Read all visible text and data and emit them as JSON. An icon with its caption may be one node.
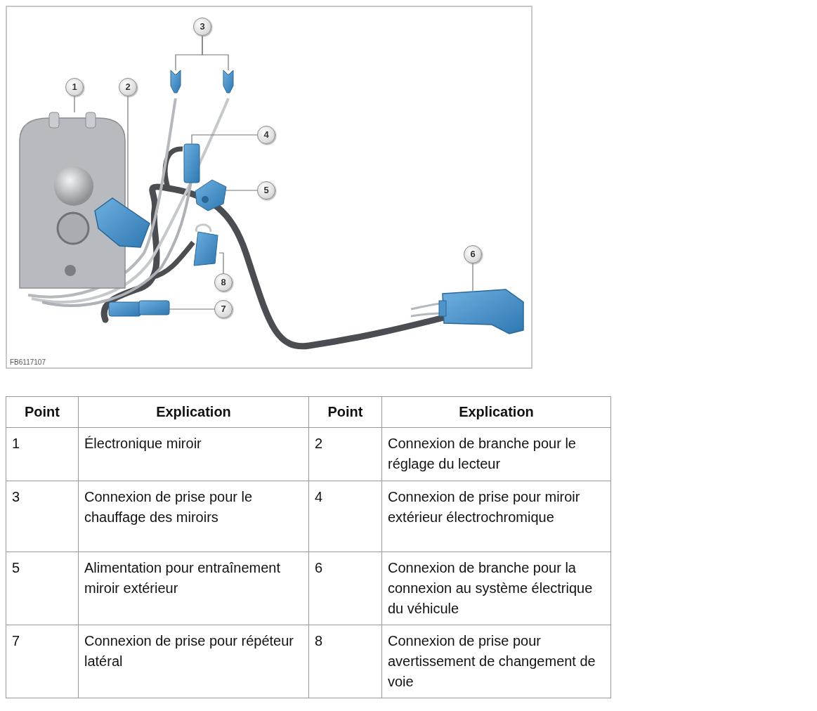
{
  "diagram": {
    "nodes": [
      {
        "text": [
          "1"
        ]
      },
      {
        "text": [
          "2"
        ]
      },
      {
        "text": [
          "3"
        ]
      },
      {
        "text": [
          "4"
        ]
      },
      {
        "text": [
          "5"
        ]
      },
      {
        "text": [
          "6"
        ]
      },
      {
        "text": [
          "7"
        ]
      },
      {
        "text": [
          "8"
        ]
      },
      {
        "text": [],
        "shape": "box"
      },
      {
        "text": [],
        "shape": "box"
      },
      {
        "text": [],
        "shape": "box"
      },
      {
        "text": [],
        "shape": "box"
      },
      {
        "text": [],
        "shape": "box"
      },
      {
        "text": [],
        "shape": "box"
      },
      {
        "text": [],
        "shape": "box"
      },
      {
        "text": [],
        "shape": "box"
      },
      {
        "text": [],
        "shape": "box"
      }
    ],
    "edges": [
      {
        "from": 0,
        "to": 8,
        "arrow": "none"
      },
      {
        "from": 1,
        "to": 9,
        "arrow": "none"
      },
      {
        "from": 2,
        "to": 10,
        "arrow": "none"
      },
      {
        "from": 2,
        "to": 11,
        "arrow": "none"
      },
      {
        "from": 3,
        "to": 12,
        "arrow": "none"
      },
      {
        "from": 4,
        "to": 13,
        "arrow": "none"
      },
      {
        "from": 5,
        "to": 14,
        "arrow": "none"
      },
      {
        "from": 6,
        "to": 15,
        "arrow": "none"
      },
      {
        "from": 7,
        "to": 16,
        "arrow": "none"
      }
    ],
    "labels": [
      "FB6117107",
      "Point",
      "Explication",
      "Point",
      "Explication",
      "1",
      "Électronique miroir",
      "2",
      "Connexion de branche pour le réglage du lecteur",
      "3",
      "Connexion de prise pour le chauffage des miroirs",
      "4",
      "Connexion de prise pour miroir extérieur électrochromique",
      "5",
      "Alimentation pour entraînement miroir extérieur",
      "6",
      "Connexion de branche pour la connexion au système électrique du véhicule",
      "7",
      "Connexion de prise pour répéteur latéral",
      "8",
      "Connexion de prise pour avertissement de changement de voie"
    ]
  }
}
